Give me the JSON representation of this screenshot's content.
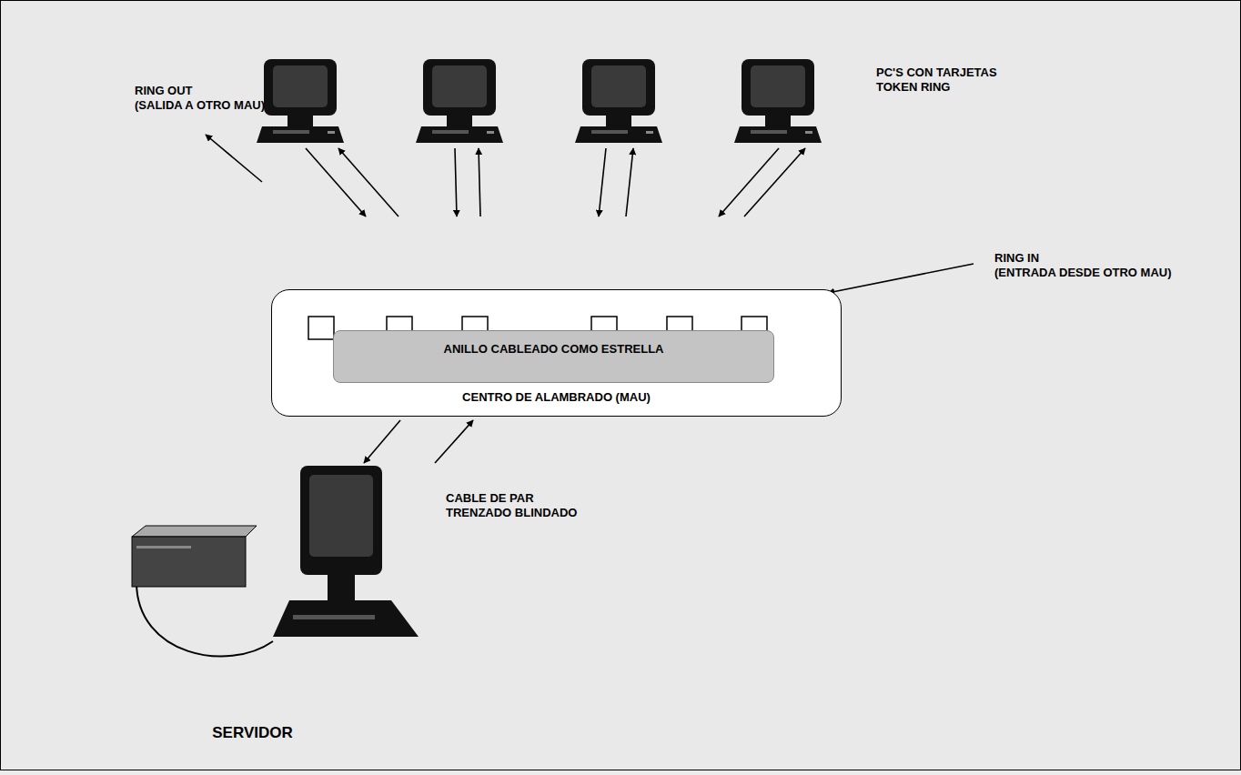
{
  "diagram": {
    "nodes": [
      {
        "text": [
          "CENTRO DE ALAMBRADO (MAU)"
        ]
      },
      {
        "text": [
          "ANILLO CABLEADO COMO ESTRELLA"
        ],
        "in": 0
      },
      {
        "text": [
          "SERVIDOR"
        ]
      }
    ],
    "edges": [
      {
        "from": 0,
        "to": 2,
        "arrow": "to"
      },
      {
        "from": 2,
        "to": 0,
        "arrow": "to"
      }
    ],
    "labels": [
      "PC'S CON TARJETAS TOKEN RING",
      "RING OUT",
      "(SALIDA A OTRO MAU)",
      "RING IN",
      "(ENTRADA DESDE OTRO MAU)",
      "CABLE DE PAR TRENZADO BLINDADO"
    ]
  }
}
